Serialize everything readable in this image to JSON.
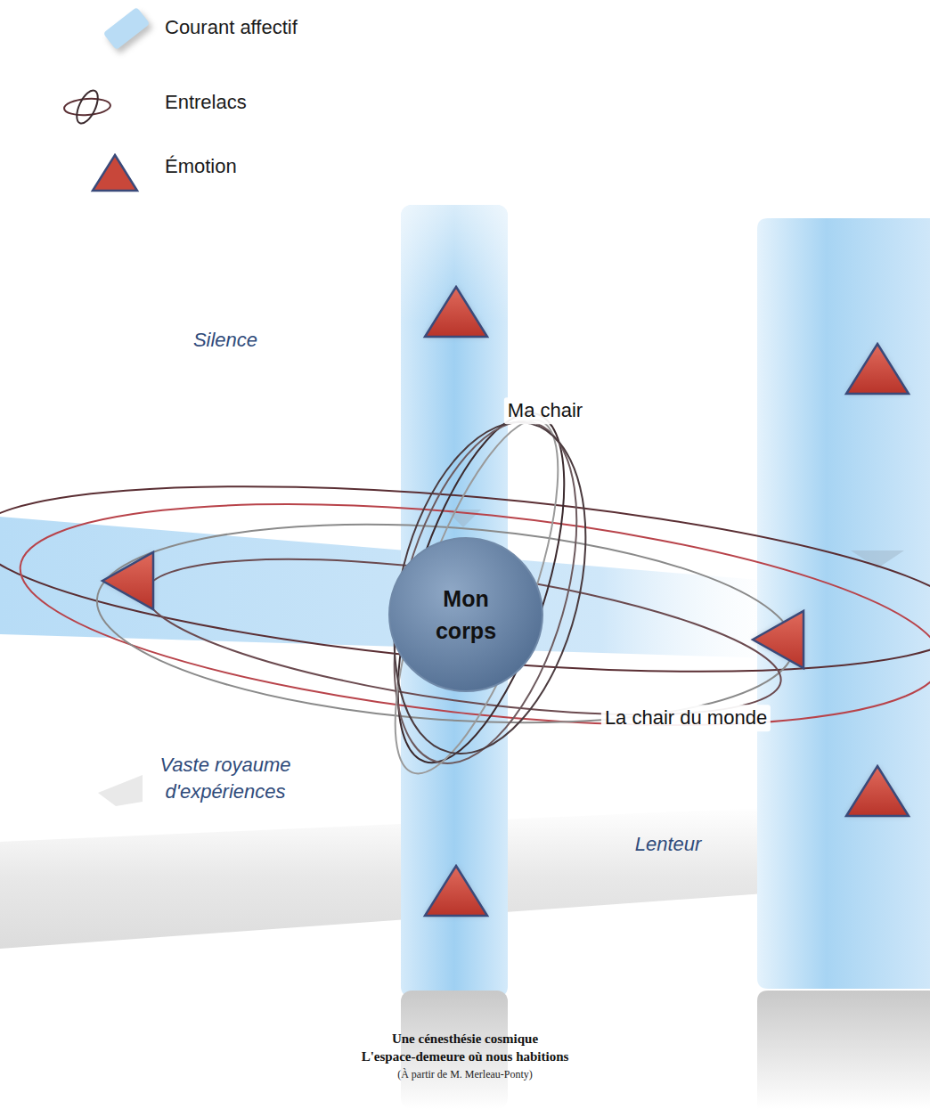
{
  "diagram": {
    "caption": "Une cénesthésie cosmique",
    "nodes": [
      {
        "text": [
          "Mon corps"
        ]
      }
    ],
    "labels": [
      "Silence",
      "Ma chair",
      "La chair du monde",
      "Vaste royaume d'expériences",
      "Lenteur",
      "L'espace-demeure où nous habitions",
      "(À partir de M. Merleau-Ponty)"
    ],
    "legend": [
      {
        "text": "Courant affectif",
        "color": "#b9dcf5"
      },
      {
        "text": "Entrelacs"
      },
      {
        "text": "Émotion"
      }
    ]
  }
}
